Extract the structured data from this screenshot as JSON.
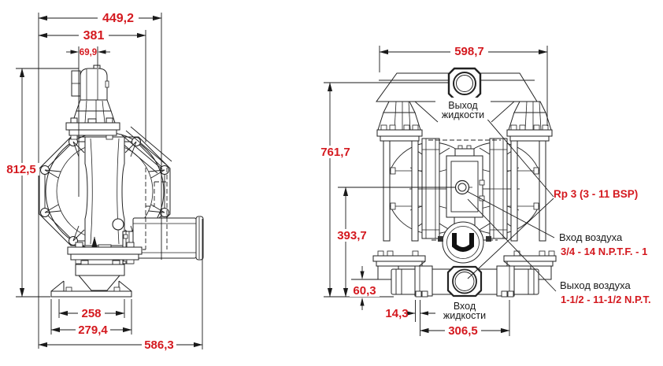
{
  "colors": {
    "dimension_text": "#d4191f",
    "drawing_line": "#222222",
    "label_text": "#1a1a1a",
    "background": "#ffffff"
  },
  "front_view": {
    "dims": {
      "overall_width": "449,2",
      "manifold_width": "381",
      "outlet_offset": "69,9",
      "overall_height": "812,5",
      "base_inner_width": "258",
      "base_outer_width": "279,4",
      "overall_depth": "586,3"
    }
  },
  "side_view": {
    "dims": {
      "overall_width": "598,7",
      "outlet_height": "761,7",
      "axis_height": "393,7",
      "base_offset": "60,3",
      "foot_offset": "14,3",
      "foot_spacing": "306,5"
    },
    "labels": {
      "fluid_outlet_line1": "Выход",
      "fluid_outlet_line2": "жидкости",
      "fluid_inlet_line1": "Вход",
      "fluid_inlet_line2": "жидкости",
      "fluid_thread": "Rp 3 (3 - 11 BSP)",
      "air_inlet": "Вход воздуха",
      "air_inlet_thread": "3/4 - 14 N.P.T.F. - 1",
      "air_outlet": "Выход воздуха",
      "air_outlet_thread": "1-1/2 - 11-1/2 N.P.T."
    }
  }
}
